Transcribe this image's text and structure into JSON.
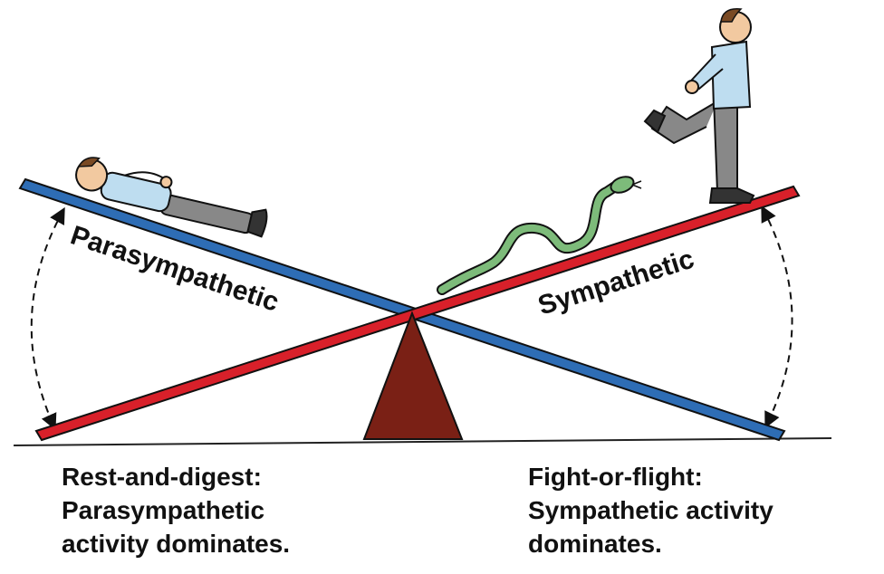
{
  "boards": {
    "parasympathetic": {
      "label": "Parasympathetic",
      "color": "#2E6DB5"
    },
    "sympathetic": {
      "label": "Sympathetic",
      "color": "#D8202A"
    }
  },
  "fulcrum_color": "#7A2015",
  "snake_color": "#7DBB7A",
  "captions": {
    "left": {
      "lines": [
        "Rest-and-digest:",
        "Parasympathetic",
        "activity dominates."
      ]
    },
    "right": {
      "lines": [
        "Fight-or-flight:",
        "Sympathetic activity",
        "dominates."
      ]
    }
  },
  "icons": [
    "reclining-man-icon",
    "running-man-icon",
    "snake-icon",
    "fulcrum-icon",
    "curved-arrow-icon"
  ]
}
